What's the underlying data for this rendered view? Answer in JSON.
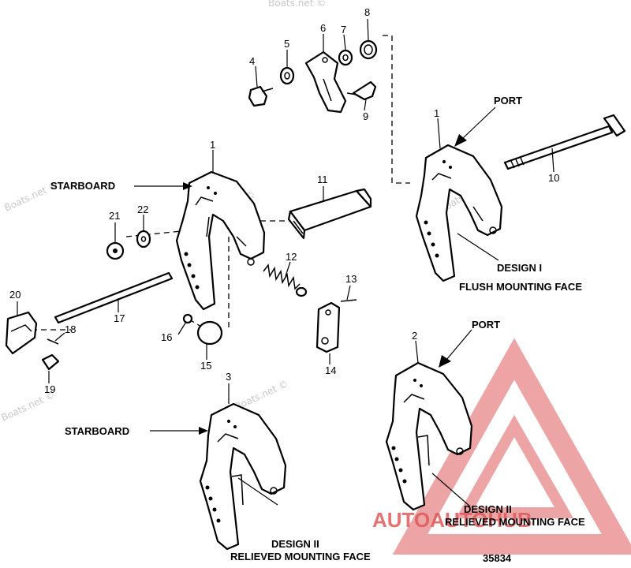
{
  "labels": {
    "starboard_1": "STARBOARD",
    "starboard_2": "STARBOARD",
    "port_1": "PORT",
    "port_2": "PORT",
    "design1_title": "DESIGN I",
    "design1_sub": "FLUSH MOUNTING FACE",
    "design2_title_a": "DESIGN II",
    "design2_sub_a": "RELIEVED MOUNTING FACE",
    "design2_title_b": "DESIGN II",
    "design2_sub_b": "RELIEVED MOUNTING FACE",
    "figure_id": "35834"
  },
  "part_numbers": {
    "p1a": "1",
    "p1b": "1",
    "p2": "2",
    "p3": "3",
    "p4": "4",
    "p5": "5",
    "p6": "6",
    "p7": "7",
    "p8": "8",
    "p9": "9",
    "p10": "10",
    "p11": "11",
    "p12": "12",
    "p13": "13",
    "p14": "14",
    "p15": "15",
    "p16": "16",
    "p17": "17",
    "p18": "18",
    "p19": "19",
    "p20": "20",
    "p21": "21",
    "p22": "22"
  },
  "watermarks": {
    "w1": "Boats.net ©",
    "w2": "Boats.net ©",
    "w3": "Boats.net ©",
    "w4": "Boats.net ©",
    "w5": "Boats.net ©",
    "w6": "Boats.net ©"
  },
  "brand": {
    "text": "AUTOAUTOHUB",
    "color": "#e05a5a"
  }
}
